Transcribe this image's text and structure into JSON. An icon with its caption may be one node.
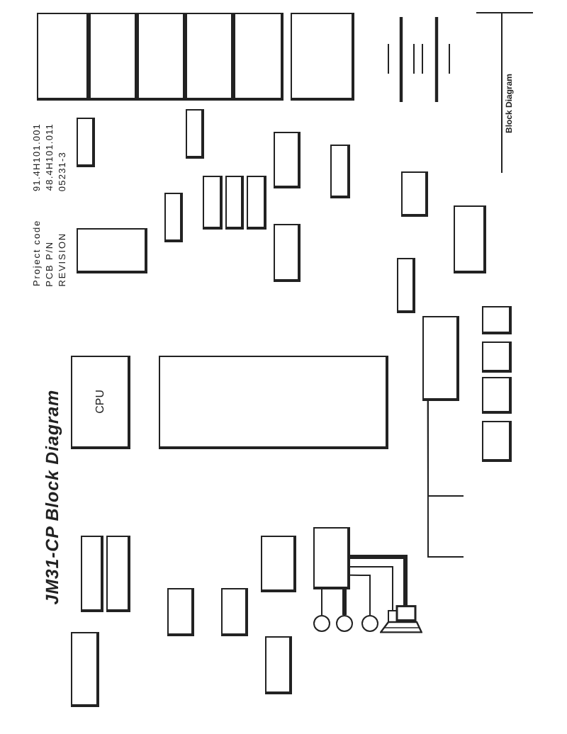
{
  "diagram": {
    "title": "JM31-CP Block Diagram",
    "nodes": [
      {
        "text": [
          "CPU"
        ]
      },
      {
        "text": [],
        "shape": "box"
      },
      {
        "text": [],
        "shape": "box"
      },
      {
        "text": [],
        "shape": "box"
      },
      {
        "text": [],
        "shape": "box"
      },
      {
        "text": [],
        "shape": "box"
      },
      {
        "text": [],
        "shape": "box"
      },
      {
        "text": [],
        "shape": "box"
      },
      {
        "text": [],
        "shape": "box"
      },
      {
        "text": [],
        "shape": "box"
      },
      {
        "text": [],
        "shape": "box"
      },
      {
        "text": [],
        "shape": "box"
      },
      {
        "text": [],
        "shape": "box"
      },
      {
        "text": [],
        "shape": "box"
      },
      {
        "text": [],
        "shape": "box"
      },
      {
        "text": [],
        "shape": "box"
      },
      {
        "text": [],
        "shape": "box"
      },
      {
        "text": [],
        "shape": "box"
      },
      {
        "text": [],
        "shape": "box"
      },
      {
        "text": [],
        "shape": "box"
      },
      {
        "text": [],
        "shape": "box"
      },
      {
        "text": [],
        "shape": "box"
      },
      {
        "text": [],
        "shape": "box"
      },
      {
        "text": [],
        "shape": "box"
      },
      {
        "text": [],
        "shape": "box"
      },
      {
        "text": [],
        "shape": "box"
      },
      {
        "text": [],
        "shape": "box"
      },
      {
        "text": [],
        "shape": "box"
      },
      {
        "text": [],
        "shape": "box"
      },
      {
        "text": [],
        "shape": "box"
      },
      {
        "text": [],
        "shape": "box"
      },
      {
        "text": [],
        "shape": "box"
      },
      {
        "text": [],
        "shape": "box"
      },
      {
        "text": [],
        "shape": "box"
      },
      {
        "text": [],
        "shape": "circle"
      },
      {
        "text": [],
        "shape": "circle"
      },
      {
        "text": [],
        "shape": "circle"
      },
      {
        "text": [],
        "shape": "picture"
      }
    ],
    "edges": [
      {
        "from": 29,
        "to": 34,
        "arrow": "none"
      },
      {
        "from": 29,
        "to": 35,
        "arrow": "none",
        "style": "thick"
      },
      {
        "from": 29,
        "to": 36,
        "arrow": "none"
      },
      {
        "from": 29,
        "to": 37,
        "arrow": "none",
        "style": "thick"
      },
      {
        "from": 29,
        "to": 37,
        "arrow": "none"
      },
      {
        "from": 22,
        "to": null,
        "arrow": "none"
      },
      {
        "from": 22,
        "to": null,
        "arrow": "none"
      }
    ],
    "labels": [
      "Project code",
      "91.4H101.001",
      "PCB P/N",
      "48.4H101.011",
      "REVISION",
      "05231-3",
      "Block Diagram"
    ]
  }
}
